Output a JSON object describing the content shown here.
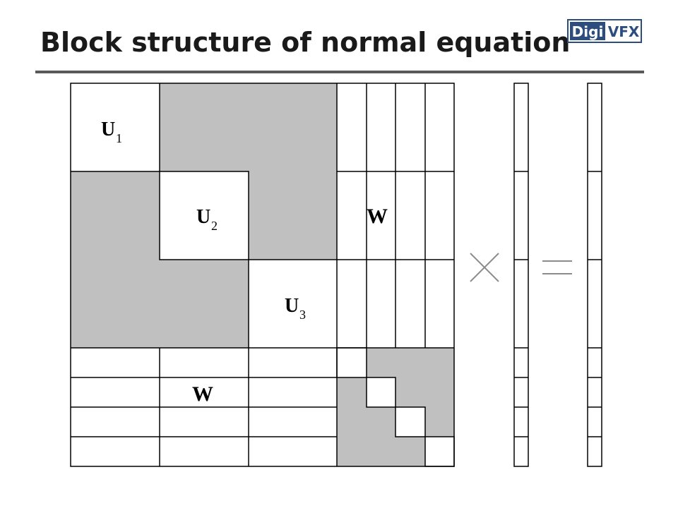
{
  "title": "Block structure of normal equation",
  "logo": {
    "part1": "Digi",
    "part2": "VFX",
    "color": "#2c4d7e"
  },
  "diagram": {
    "blocks": [
      {
        "letter": "U",
        "sub": "1"
      },
      {
        "letter": "U",
        "sub": "2"
      },
      {
        "letter": "U",
        "sub": "3"
      }
    ],
    "w_upper": "W",
    "w_lower": "W",
    "times": "×",
    "equals": "=",
    "shade_color": "#c0c0c0"
  }
}
